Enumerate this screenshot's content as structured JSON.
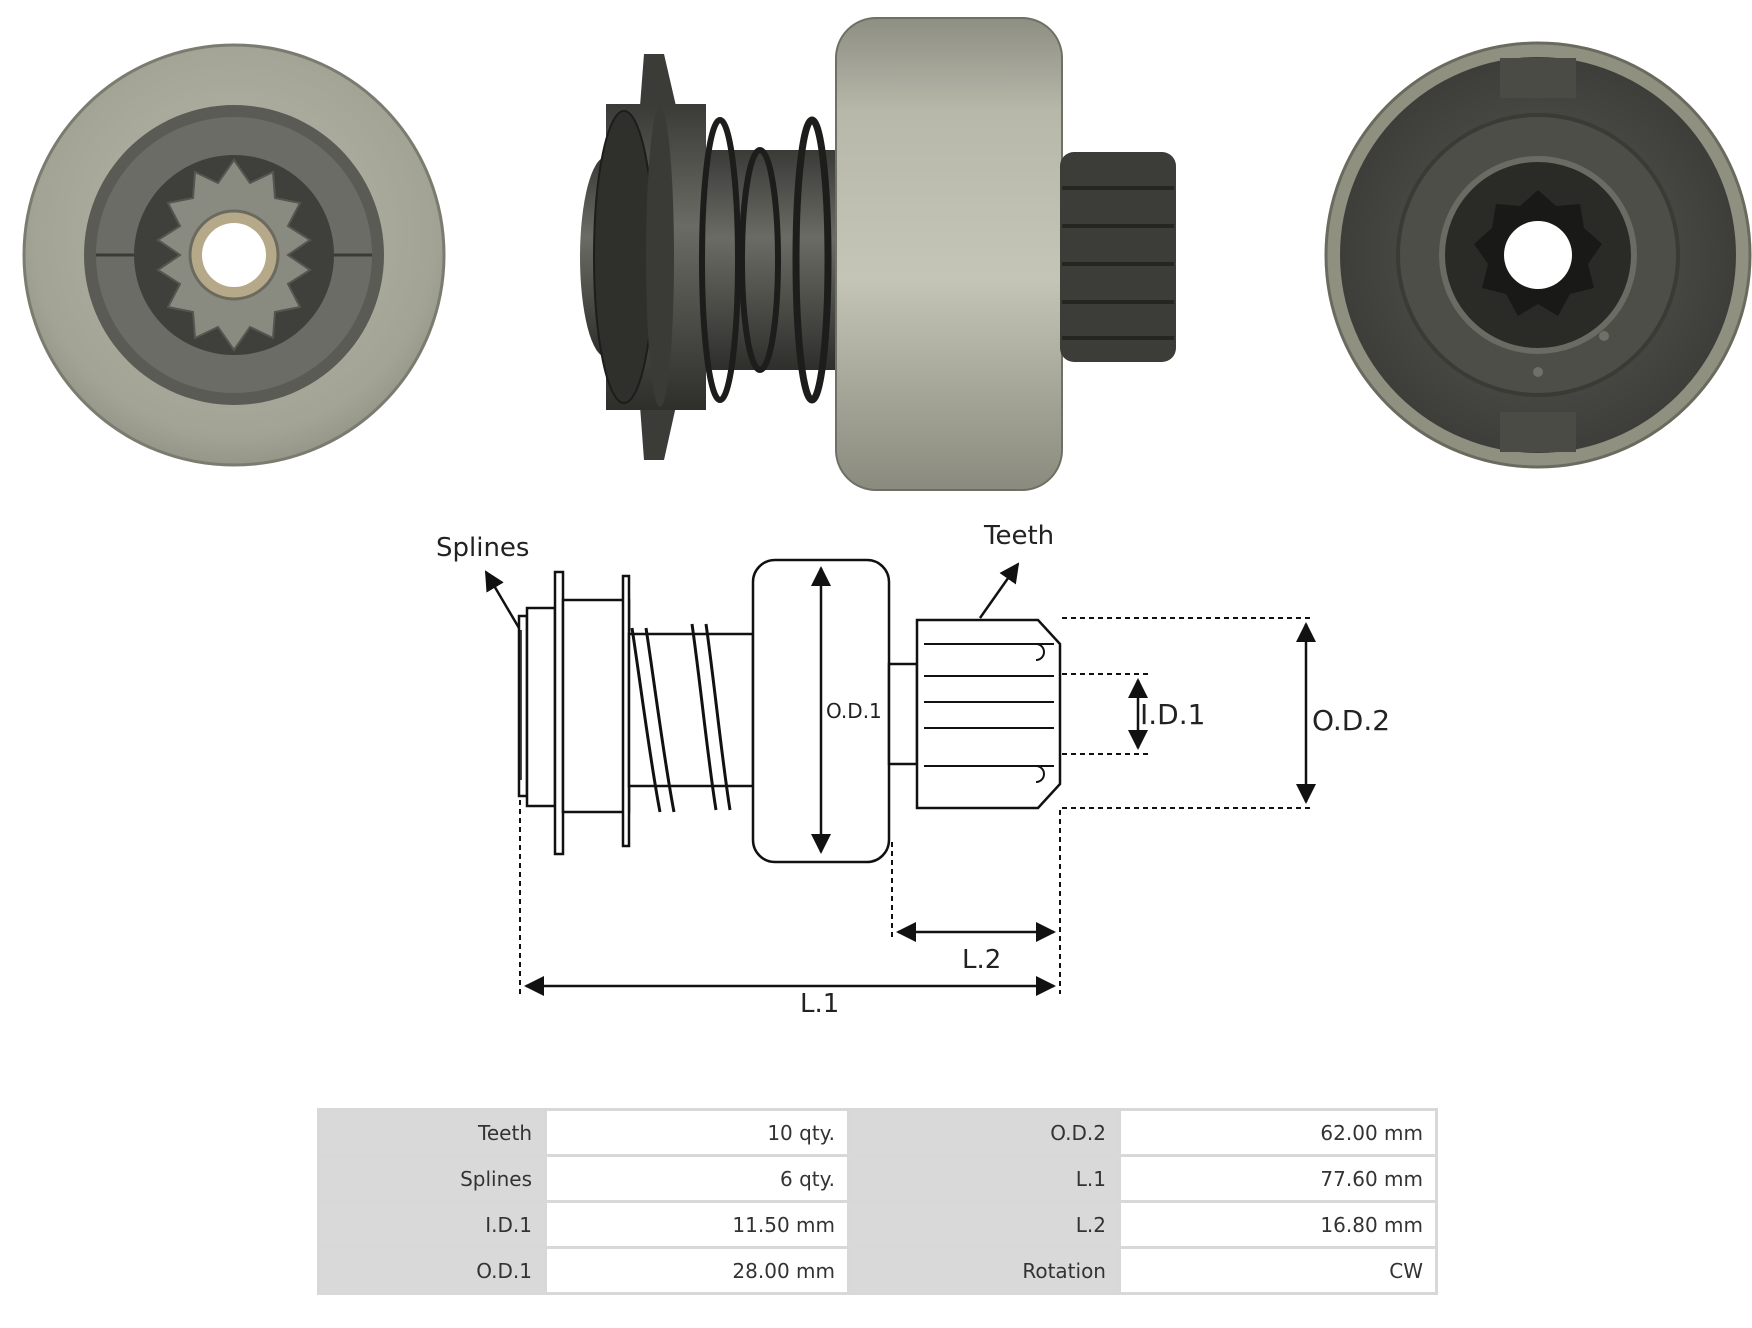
{
  "diagram": {
    "labels": {
      "splines": "Splines",
      "teeth": "Teeth",
      "od1": "O.D.1",
      "od2": "O.D.2",
      "id1": "I.D.1",
      "l1": "L.1",
      "l2": "L.2"
    }
  },
  "specs": {
    "rows": [
      {
        "label": "Teeth",
        "value": "10 qty.",
        "label2": "O.D.2",
        "value2": "62.00 mm"
      },
      {
        "label": "Splines",
        "value": "6 qty.",
        "label2": "L.1",
        "value2": "77.60 mm"
      },
      {
        "label": "I.D.1",
        "value": "11.50 mm",
        "label2": "L.2",
        "value2": "16.80 mm"
      },
      {
        "label": "O.D.1",
        "value": "28.00 mm",
        "label2": "Rotation",
        "value2": "CW"
      }
    ]
  },
  "colors": {
    "metal_light": "#a8a99a",
    "metal_dark": "#4a4b47",
    "line": "#111111"
  }
}
